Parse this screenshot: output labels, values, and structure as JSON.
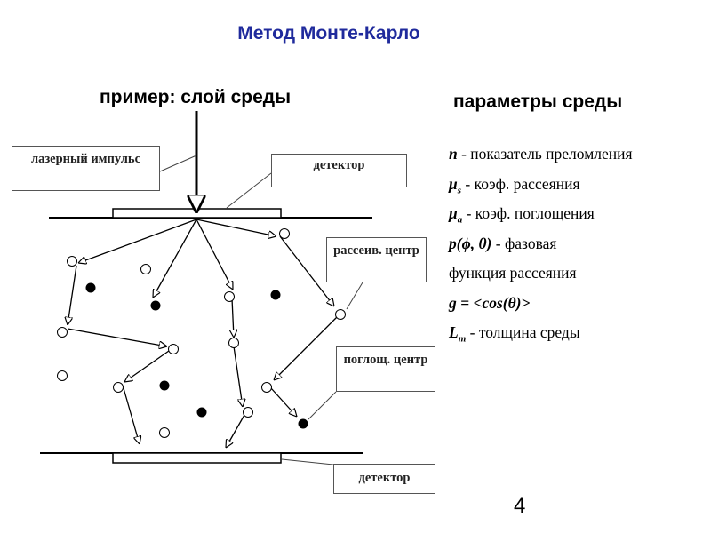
{
  "title": "Метод Монте-Карло",
  "example_heading": "пример: слой среды",
  "params_heading": "параметры среды",
  "params": [
    {
      "symbol": "n",
      "sub": "",
      "text": " - показатель преломления"
    },
    {
      "symbol": "μ",
      "sub": "s",
      "text": " - коэф. рассеяния"
    },
    {
      "symbol": "μ",
      "sub": "a",
      "text": "  - коэф. поглощения"
    },
    {
      "symbol": "p(ϕ, θ)",
      "sub": "",
      "text": " - фазовая"
    },
    {
      "symbol": "",
      "sub": "",
      "text": "функция рассеяния"
    },
    {
      "symbol": "g = <cos(θ)>",
      "sub": "",
      "text": ""
    },
    {
      "symbol": "L",
      "sub": "m",
      "text": " - толщина среды"
    }
  ],
  "labels": {
    "laser": "лазерный импульс",
    "detector_top": "детектор",
    "scatter_center": "рассеив. центр",
    "absorb_center": "поглощ. центр",
    "detector_bottom": "детектор"
  },
  "page_number": "4",
  "colors": {
    "title": "#1f2a9c"
  }
}
